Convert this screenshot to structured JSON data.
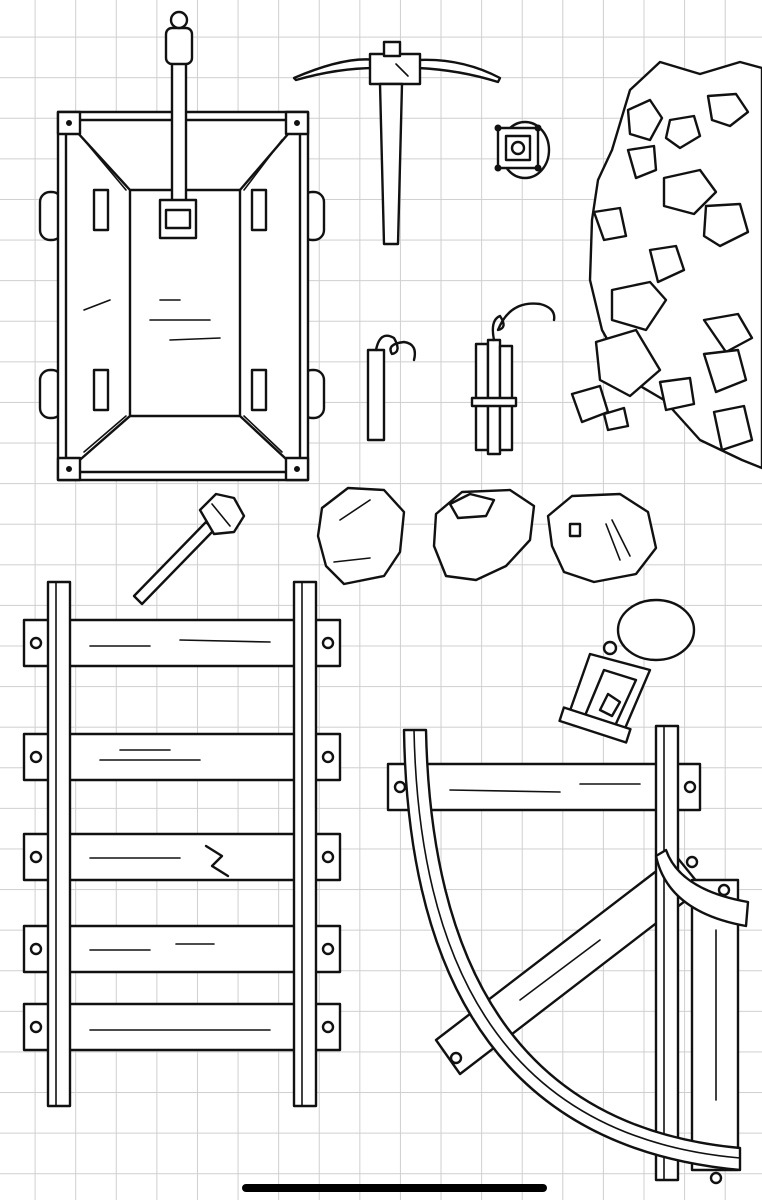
{
  "sheet": {
    "assets": [
      "mine-cart",
      "pickaxe",
      "lantern-small",
      "rock-pile",
      "dynamite-stick",
      "dynamite-bundle",
      "torch",
      "ore-rocks",
      "straight-track",
      "lantern",
      "curved-track"
    ]
  },
  "colors": {
    "ink": "#111111",
    "paper": "#ffffff",
    "grid": "#cfcfcf"
  }
}
